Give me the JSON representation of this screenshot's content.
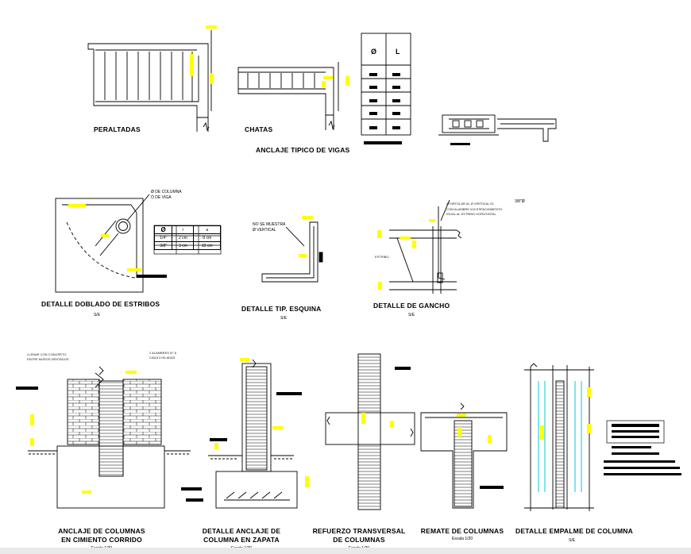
{
  "titles": {
    "peraltadas": "PERALTADAS",
    "chatas": "CHATAS",
    "anclaje_vigas": "ANCLAJE TIPICO DE VIGAS",
    "doblado_estribos": "DETALLE DOBLADO DE ESTRIBOS",
    "tip_esquina": "DETALLE TIP. ESQUINA",
    "gancho": "DETALLE DE GANCHO",
    "cimiento_line1": "ANCLAJE DE COLUMNAS",
    "cimiento_line2": "EN CIMIENTO CORRIDO",
    "zapata_line1": "DETALLE ANCLAJE DE",
    "zapata_line2": "COLUMNA EN ZAPATA",
    "transversal_line1": "REFUERZO TRANSVERSAL",
    "transversal_line2": "DE COLUMNAS",
    "remate": "REMATE DE COLUMNAS",
    "empalme": "DETALLE EMPALME DE COLUMNA"
  },
  "scales": {
    "se": "S/E",
    "escala_20": "Escala 1/20"
  },
  "annotations": {
    "diam_columna": "Ø DE COLUMNA",
    "diam_viga": "Ó DE VIGA",
    "no_se_muestra": "NO SE MUESTRA",
    "vertical": "Ø VERTICAL",
    "atortolar": "ATORTOLAR AL Ø VERTICAL EL",
    "con_alambre": "CON ALAMBRE #16 ESPACIAMIENTO",
    "igual": "IGUAL AL ESTRIBO HORIZONTAL",
    "fraction": "3/8\"Ø",
    "estribo": "ESTRIBO",
    "llenar": "LLENAR CON CONCRETO",
    "entre_muros": "ENTRE MUROS DENTADOS",
    "alambres": "2 ALAMBRES N° 8",
    "cada": "CADA 3 HILADAS"
  },
  "anchor_table": {
    "headers": [
      "Ø",
      "L"
    ]
  },
  "bend_table": {
    "headers": [
      "Ø",
      "r",
      "a"
    ],
    "rows": [
      [
        "1/4\"",
        "2 cm",
        "8 cm"
      ],
      [
        "3/8\"",
        "3 cm",
        "10 cm"
      ]
    ]
  },
  "colors": {
    "ink": "#000000",
    "highlight": "#ffff00",
    "cyan": "#00c8e0",
    "bar": "#e9e9ea"
  }
}
